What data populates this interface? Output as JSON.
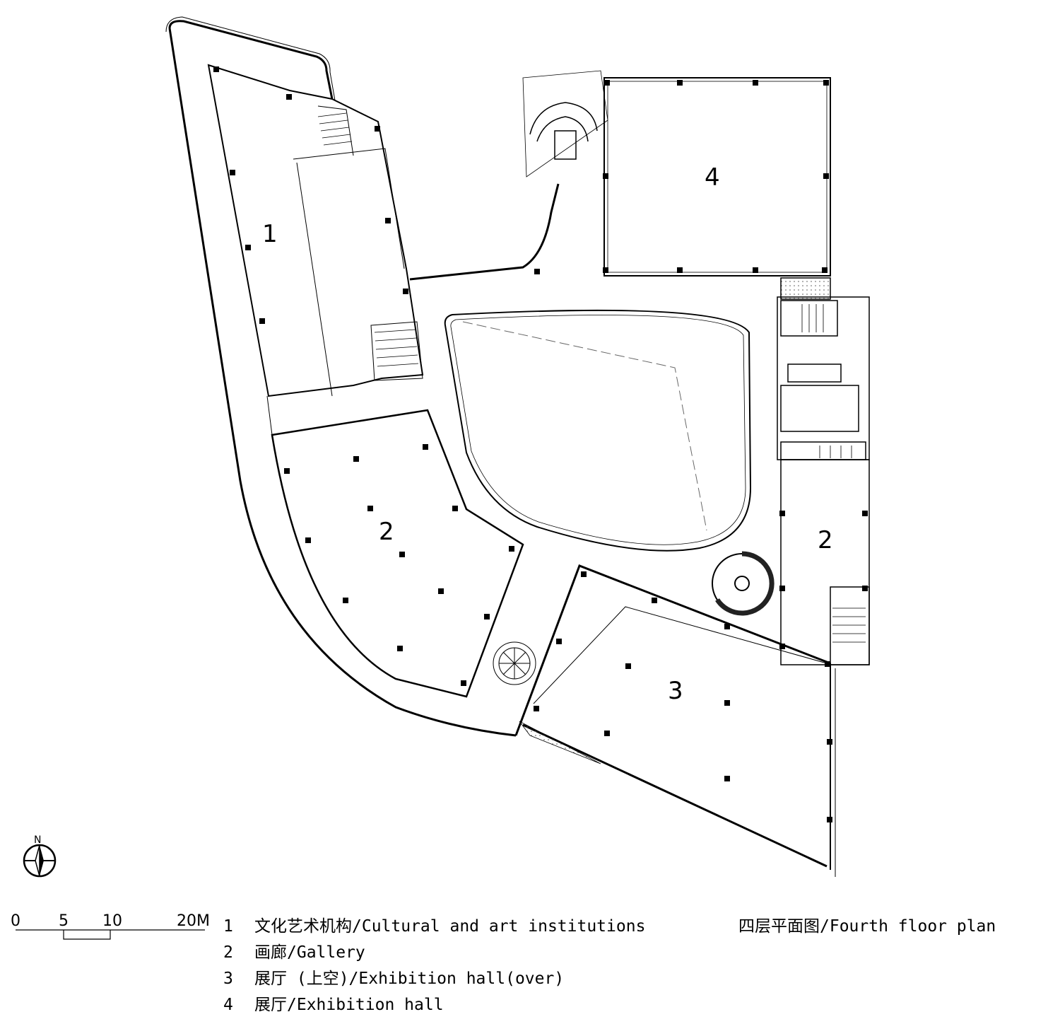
{
  "plan": {
    "title": "四层平面图/Fourth floor plan",
    "north_label": "N",
    "zones": [
      {
        "id": "zone-1",
        "label": "1"
      },
      {
        "id": "zone-2-main",
        "label": "2"
      },
      {
        "id": "zone-2-east",
        "label": "2"
      },
      {
        "id": "zone-3",
        "label": "3"
      },
      {
        "id": "zone-4",
        "label": "4"
      }
    ]
  },
  "legend": [
    {
      "num": "1",
      "text": "文化艺术机构/Cultural and art institutions"
    },
    {
      "num": "2",
      "text": "画廊/Gallery"
    },
    {
      "num": "3",
      "text": "展厅 (上空)/Exhibition hall(over)"
    },
    {
      "num": "4",
      "text": "展厅/Exhibition hall"
    }
  ],
  "scale_bar": {
    "ticks": [
      "0",
      "5",
      "10",
      "20M"
    ]
  },
  "colors": {
    "line": "#000000",
    "background": "#ffffff",
    "light_line": "#666666"
  }
}
